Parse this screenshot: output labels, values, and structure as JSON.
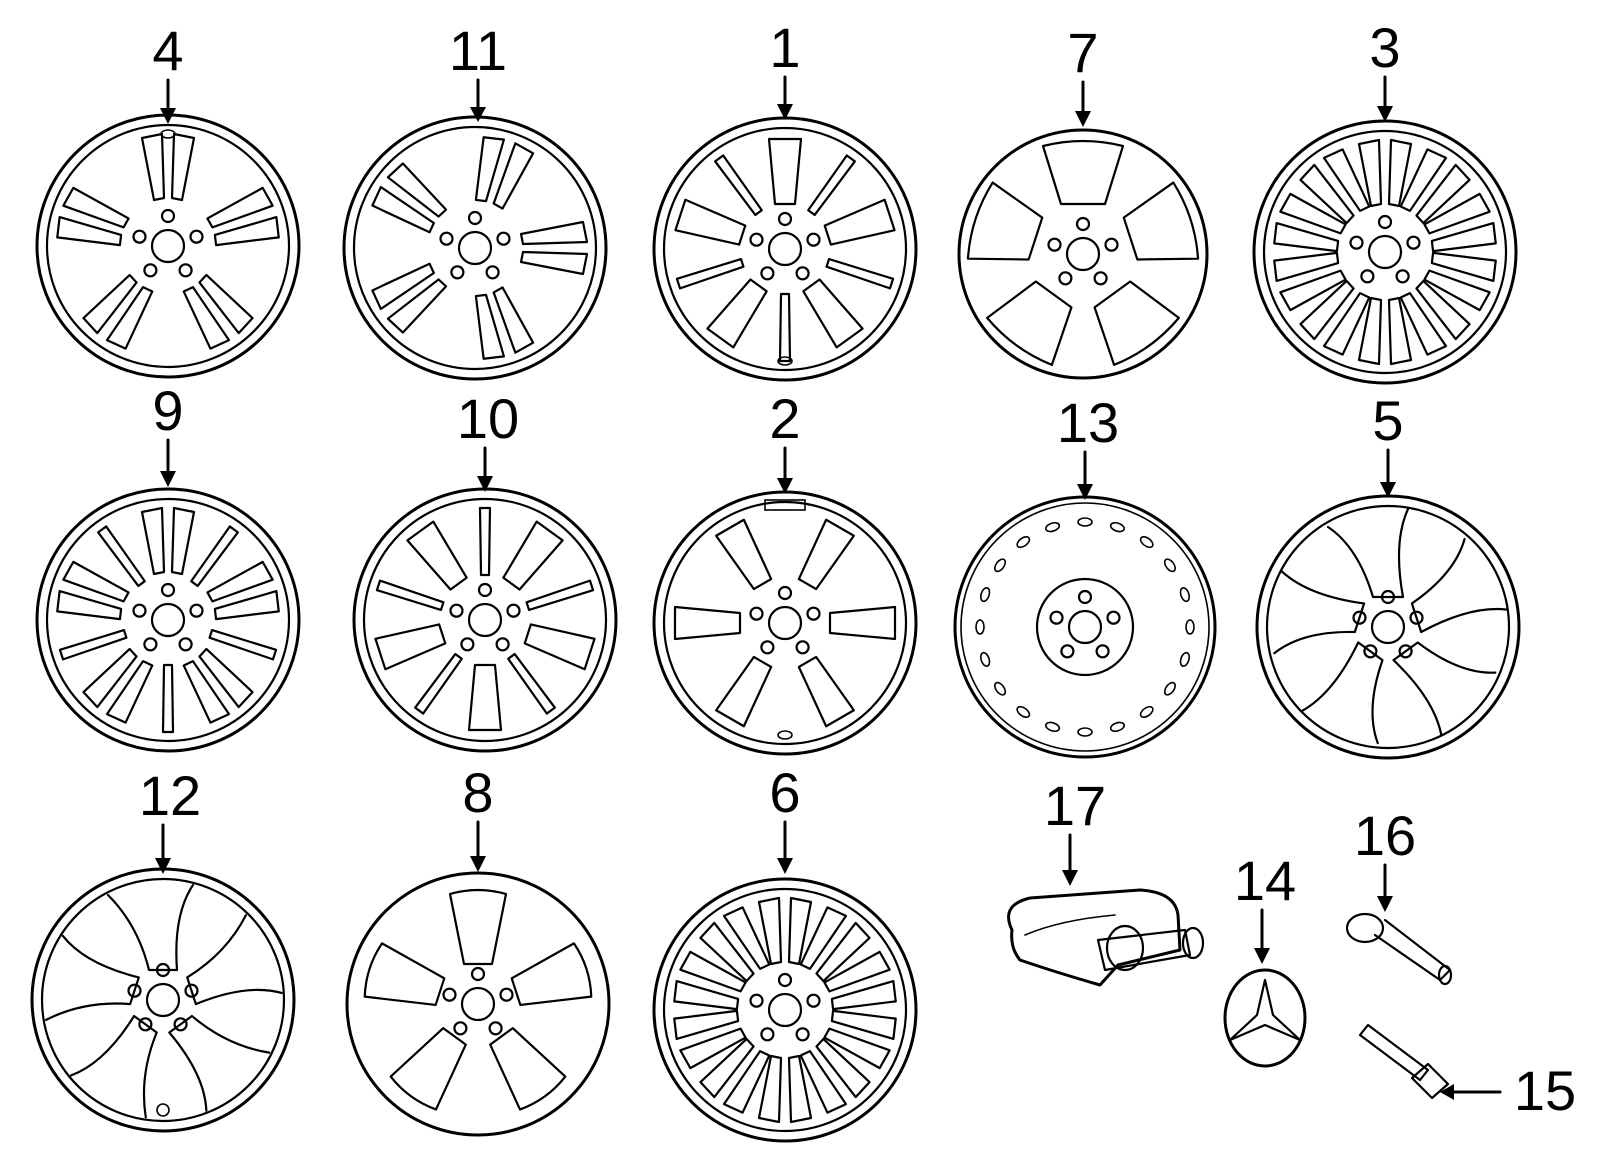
{
  "callouts": {
    "c1": "1",
    "c2": "2",
    "c3": "3",
    "c4": "4",
    "c5": "5",
    "c6": "6",
    "c7": "7",
    "c8": "8",
    "c9": "9",
    "c10": "10",
    "c11": "11",
    "c12": "12",
    "c13": "13",
    "c14": "14",
    "c15": "15",
    "c16": "16",
    "c17": "17"
  },
  "colors": {
    "line": "#000000",
    "background": "#ffffff"
  },
  "icons": {
    "wheel": "wheel-icon",
    "spare_wheel": "steel-spare-wheel-icon",
    "tpms_sensor": "tire-pressure-sensor-icon",
    "center_cap": "center-cap-emblem-icon",
    "valve_stem": "valve-stem-icon",
    "valve_screw": "valve-screw-icon"
  }
}
